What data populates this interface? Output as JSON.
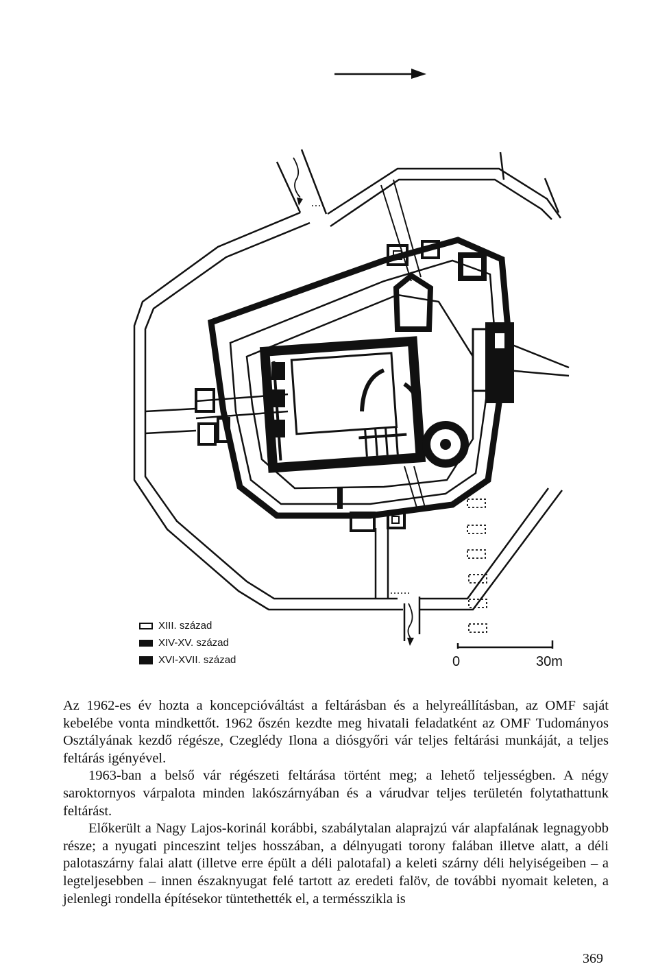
{
  "figure": {
    "legend": [
      {
        "label": "XIII. század",
        "style": "outline"
      },
      {
        "label": "XIV-XV. század",
        "style": "filled"
      },
      {
        "label": "XVI-XVII. század",
        "style": "filled"
      }
    ],
    "scale": {
      "start": "0",
      "end": "30m"
    },
    "colors": {
      "ink": "#111111",
      "paper": "#ffffff"
    }
  },
  "body": {
    "paragraphs": [
      "Az 1962-es év hozta a koncepcióváltást a feltárásban és a helyreállításban, az OMF saját kebelébe vonta mindkettőt. 1962 őszén kezdte meg hivatali feladatként az OMF Tudományos Osztályának kezdő régésze, Czeglédy Ilona a diósgyőri vár teljes feltárási munkáját, a teljes feltárás igényével.",
      "1963-ban a belső vár régészeti feltárása történt meg; a lehető teljességben. A négy saroktornyos várpalota minden lakószárnyában és a várudvar teljes területén folytathattunk feltárást.",
      "Előkerült a Nagy Lajos-korinál korábbi, szabálytalan alaprajzú vár alapfalának legnagyobb része; a nyugati pinceszint teljes hosszában, a délnyugati torony falában illetve alatt, a déli palotaszárny falai alatt (illetve erre épült a déli palotafal) a keleti szárny déli helyiségeiben – a legteljesebben – innen északnyugat felé tartott az eredeti falöv, de további nyomait keleten, a jelenlegi rondella építésekor tüntethették el, a termésszikla is"
    ]
  },
  "page_number": "369"
}
